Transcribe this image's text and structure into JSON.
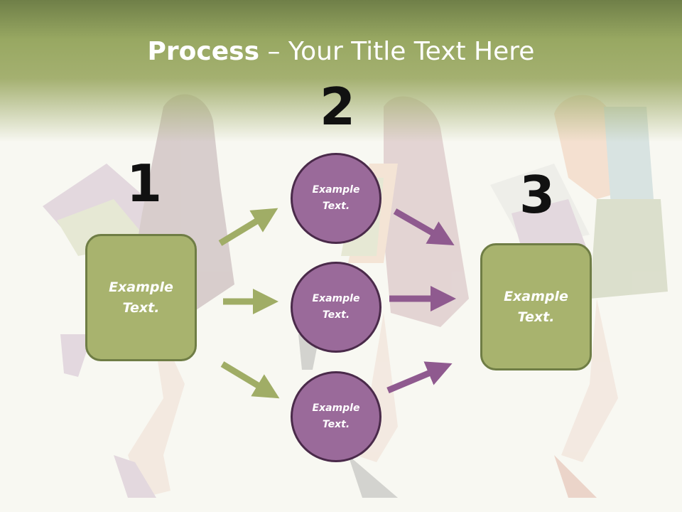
{
  "title": {
    "bold": "Process",
    "rest": " – Your Title Text Here"
  },
  "steps": [
    {
      "number": "1",
      "label": "Example Text."
    },
    {
      "number": "2",
      "labels": [
        "Example Text.",
        "Example Text.",
        "Example Text."
      ]
    },
    {
      "number": "3",
      "label": "Example Text."
    }
  ],
  "colors": {
    "header": "#98a862",
    "box_fill": "#a8b36e",
    "box_border": "#6f7d45",
    "circle_fill": "#9a6a9a",
    "circle_border": "#4a2a4a",
    "green_arrow": "#a0ad66",
    "purple_arrow": "#8f5a8f"
  },
  "background": "fashion-shoppers-illustration"
}
